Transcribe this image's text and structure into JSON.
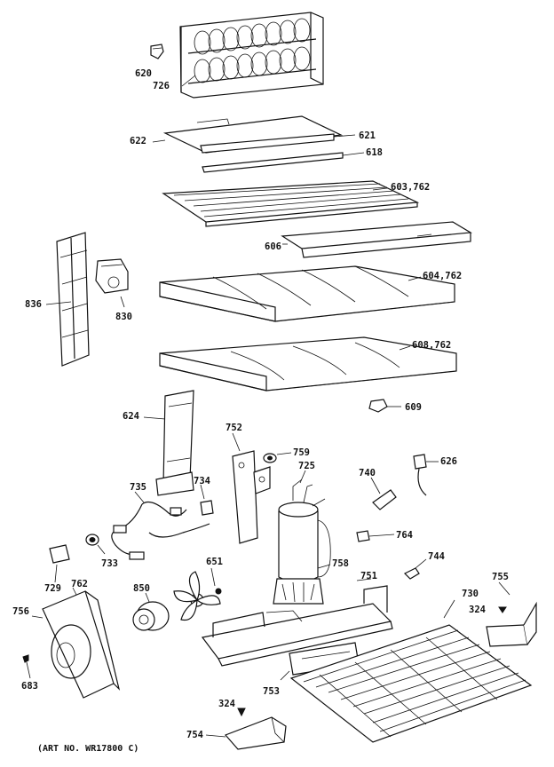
{
  "labels": {
    "p620": "620",
    "p726": "726",
    "p622": "622",
    "p621": "621",
    "p618": "618",
    "p603": "603,762",
    "p606": "606",
    "p836": "836",
    "p830": "830",
    "p604": "604,762",
    "p608": "608,762",
    "p609": "609",
    "p624": "624",
    "p752": "752",
    "p759": "759",
    "p725": "725",
    "p740": "740",
    "p626": "626",
    "p735": "735",
    "p734": "734",
    "p764": "764",
    "p733": "733",
    "p651": "651",
    "p758": "758",
    "p744": "744",
    "p729": "729",
    "p762": "762",
    "p751": "751",
    "p730": "730",
    "p755": "755",
    "p850": "850",
    "p324a": "324",
    "p756": "756",
    "p753": "753",
    "p683": "683",
    "p324b": "324",
    "p754": "754"
  },
  "art_no": "(ART NO. WR17800 C)"
}
